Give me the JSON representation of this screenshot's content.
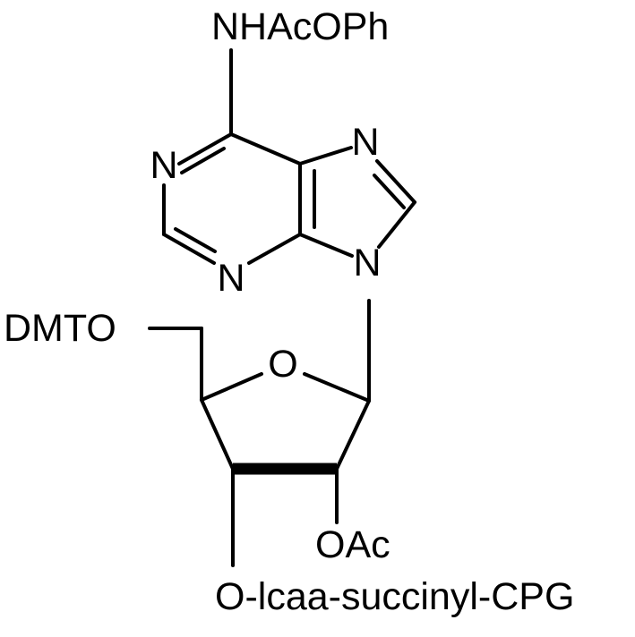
{
  "molecule": {
    "labels": {
      "n6_substituent": "NHAcOPh",
      "n1": "N",
      "n3": "N",
      "n7": "N",
      "n9": "N",
      "ring_oxygen": "O",
      "c5_substituent": "DMTO",
      "c2_substituent": "OAc",
      "c3_substituent": "O-lcaa-succinyl-CPG"
    }
  }
}
